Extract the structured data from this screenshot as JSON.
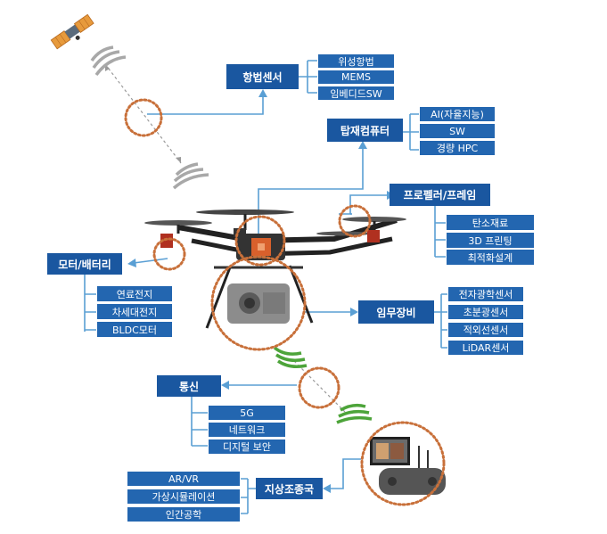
{
  "colors": {
    "box_fill": "#1f5fa8",
    "box_text": "#ffffff",
    "connector": "#5a9fd4",
    "highlight_circle": "#c8703a",
    "signal_gray": "#a8a8a8",
    "signal_green": "#4da43a"
  },
  "icons": [
    "satellite-icon",
    "drone-icon",
    "ground-control-station-icon"
  ],
  "nav_sensor": {
    "title": "항법센서",
    "items": [
      "위성항법",
      "MEMS",
      "임베디드SW"
    ]
  },
  "onboard_computer": {
    "title": "탑재컴퓨터",
    "items": [
      "AI(자율지능)",
      "SW",
      "경량 HPC"
    ]
  },
  "propeller_frame": {
    "title": "프로펠러/프레임",
    "items": [
      "탄소재료",
      "3D 프린팅",
      "최적화설계"
    ]
  },
  "motor_battery": {
    "title": "모터/배터리",
    "items": [
      "연료전지",
      "차세대전지",
      "BLDC모터"
    ]
  },
  "payload": {
    "title": "임무장비",
    "items": [
      "전자광학센서",
      "초분광센서",
      "적외선센서",
      "LiDAR센서"
    ]
  },
  "comms": {
    "title": "통신",
    "items": [
      "5G",
      "네트워크",
      "디지털 보안"
    ]
  },
  "gcs": {
    "title": "지상조종국",
    "items": [
      "AR/VR",
      "가상시뮬레이션",
      "인간공학"
    ]
  }
}
